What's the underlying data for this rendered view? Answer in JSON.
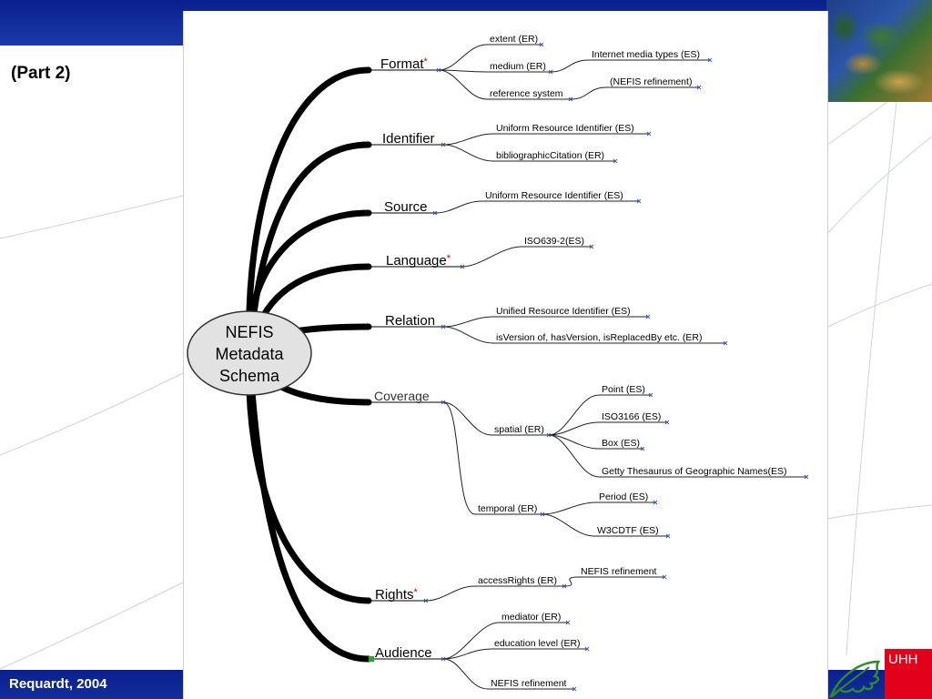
{
  "slide": {
    "part_label": "(Part 2)",
    "footer": "Requardt, 2004",
    "logo_text": "UHH"
  },
  "diagram": {
    "root": [
      "NEFIS",
      "Metadata",
      "Schema"
    ],
    "branches": [
      {
        "id": "format",
        "label": "Format",
        "star": "*",
        "leaves": [
          {
            "label": "extent (ER)"
          },
          {
            "label": "medium (ER)",
            "children": [
              {
                "label": "Internet media types (ES)"
              }
            ]
          },
          {
            "label": "reference system",
            "children": [
              {
                "label": "(NEFIS refinement)"
              }
            ]
          }
        ]
      },
      {
        "id": "identifier",
        "label": "Identifier",
        "star": "",
        "leaves": [
          {
            "label": "Uniform Resource Identifier (ES)"
          },
          {
            "label": "bibliographicCitation (ER)"
          }
        ]
      },
      {
        "id": "source",
        "label": "Source",
        "star": "",
        "leaves": [
          {
            "label": "Uniform Resource Identifier (ES)"
          }
        ]
      },
      {
        "id": "language",
        "label": "Language",
        "star": "*",
        "leaves": [
          {
            "label": "ISO639-2(ES)"
          }
        ]
      },
      {
        "id": "relation",
        "label": "Relation",
        "star": "",
        "leaves": [
          {
            "label": "Unified Resource Identifier (ES)"
          },
          {
            "label": "isVersion of, hasVersion, isReplacedBy etc. (ER)"
          }
        ]
      },
      {
        "id": "coverage",
        "label": "Coverage",
        "star": "",
        "leaves": [
          {
            "label": "spatial (ER)",
            "children": [
              {
                "label": "Point (ES)"
              },
              {
                "label": "ISO3166 (ES)"
              },
              {
                "label": "Box (ES)"
              },
              {
                "label": "Getty Thesaurus of Geographic Names(ES)"
              }
            ]
          },
          {
            "label": "temporal (ER)",
            "children": [
              {
                "label": "Period (ES)"
              },
              {
                "label": "W3CDTF (ES)"
              }
            ]
          }
        ]
      },
      {
        "id": "rights",
        "label": "Rights",
        "star": "*",
        "leaves": [
          {
            "label": "accessRights (ER)",
            "children": [
              {
                "label": "NEFIS refinement"
              }
            ]
          }
        ]
      },
      {
        "id": "audience",
        "label": "Audience",
        "star": "",
        "leaves": [
          {
            "label": "mediator (ER)"
          },
          {
            "label": "education level (ER)"
          },
          {
            "label": "NEFIS refinement"
          }
        ]
      }
    ]
  },
  "colors": {
    "bar": "#0a1f8f",
    "branch": "#000000",
    "star": "#cc0000",
    "node_mark": "#4455cc",
    "root_fill": "#e2e2e2",
    "logo_red": "#e3001b",
    "logo_leaf": "#2f8a2f"
  }
}
